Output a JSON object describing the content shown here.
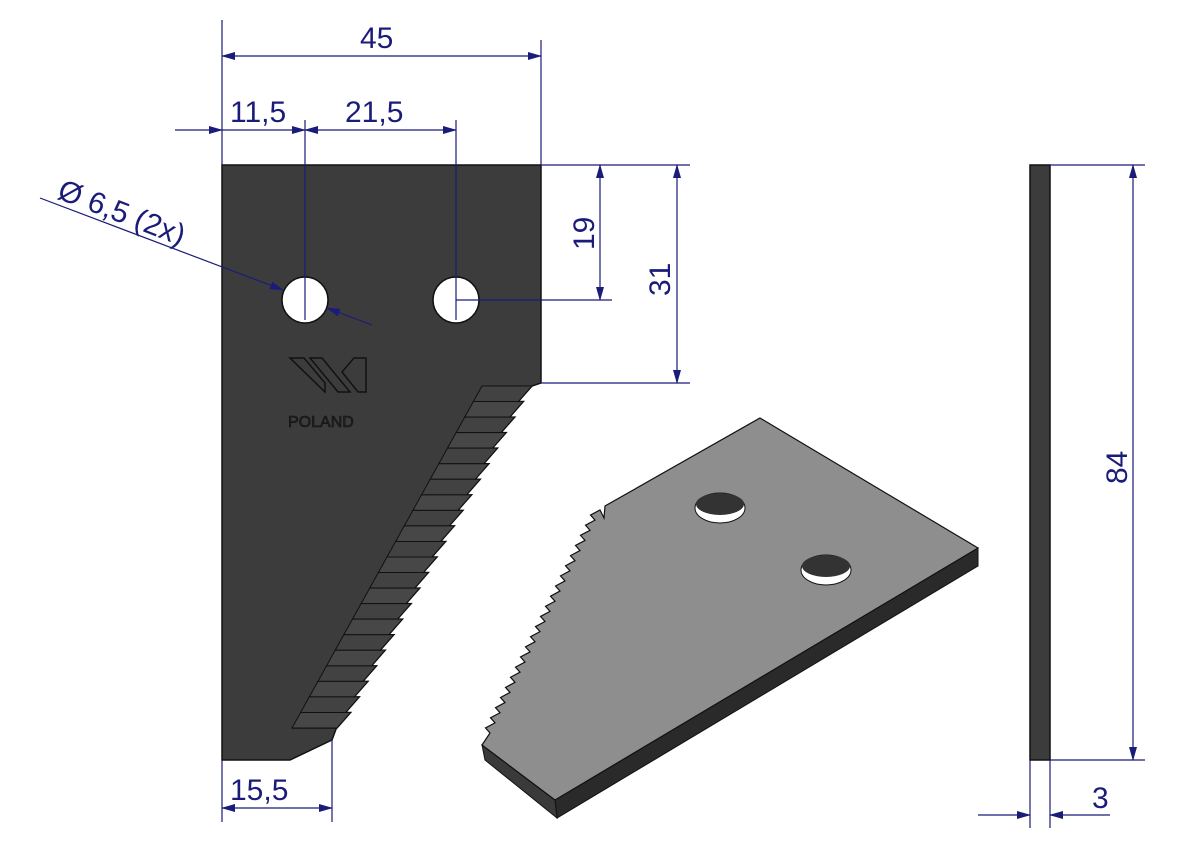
{
  "dimensions": {
    "overall_width": "45",
    "hole1_offset": "11,5",
    "hole_spacing": "21,5",
    "hole_diameter": "Ø 6,5  (2x)",
    "hole_depth": "19",
    "straight_edge": "31",
    "overall_height": "84",
    "bottom_width": "15,5",
    "thickness": "3"
  },
  "logo": {
    "mark": "W",
    "text": "POLAND"
  },
  "colors": {
    "part_front": "#3c3c3c",
    "part_iso": "#8e8e8e",
    "dimension": "#1b1b7a"
  },
  "teeth_count": 22
}
